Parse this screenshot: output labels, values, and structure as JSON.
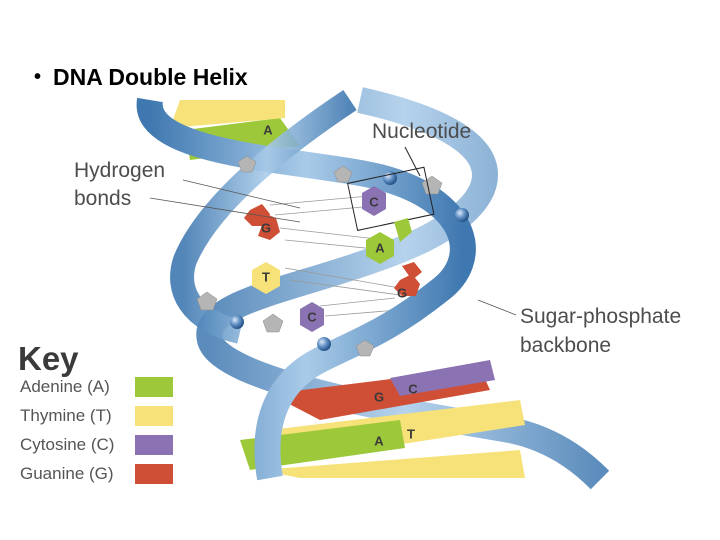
{
  "slide": {
    "bullet": "•",
    "title": "DNA Double Helix"
  },
  "diagram": {
    "labels": {
      "nucleotide": "Nucleotide",
      "hydrogen_bonds_line1": "Hydrogen",
      "hydrogen_bonds_line2": "bonds",
      "sugar_phosphate_line1": "Sugar-phosphate",
      "sugar_phosphate_line2": "backbone"
    },
    "bases": {
      "a": "A",
      "t": "T",
      "c": "C",
      "g": "G"
    },
    "key": {
      "title": "Key",
      "items": [
        {
          "label": "Adenine (A)",
          "color": "#9dc83a"
        },
        {
          "label": "Thymine (T)",
          "color": "#f7e27a"
        },
        {
          "label": "Cytosine (C)",
          "color": "#8b73b3"
        },
        {
          "label": "Guanine (G)",
          "color": "#cf4f36"
        }
      ]
    },
    "colors": {
      "backbone": "#5f95c6",
      "backbone_light": "#a9cbe9",
      "phosphate": "#3d6fa8",
      "sugar": "#b5b5b5"
    }
  }
}
